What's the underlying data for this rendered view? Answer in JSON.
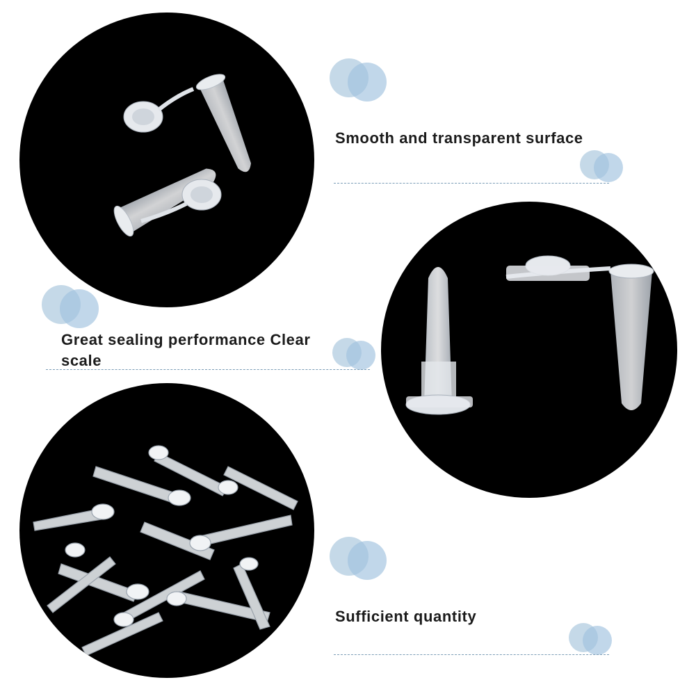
{
  "features": [
    {
      "caption": "Smooth and transparent surface"
    },
    {
      "caption": "Great sealing performance Clear scale"
    },
    {
      "caption": "Sufficient quantity"
    }
  ],
  "colors": {
    "background": "#ffffff",
    "photo_background": "#000000",
    "accent_dot": "#96bad6",
    "divider": "#7a9cb6",
    "text": "#1b1b1b"
  },
  "icons": [
    "decorative-dots-icon"
  ]
}
